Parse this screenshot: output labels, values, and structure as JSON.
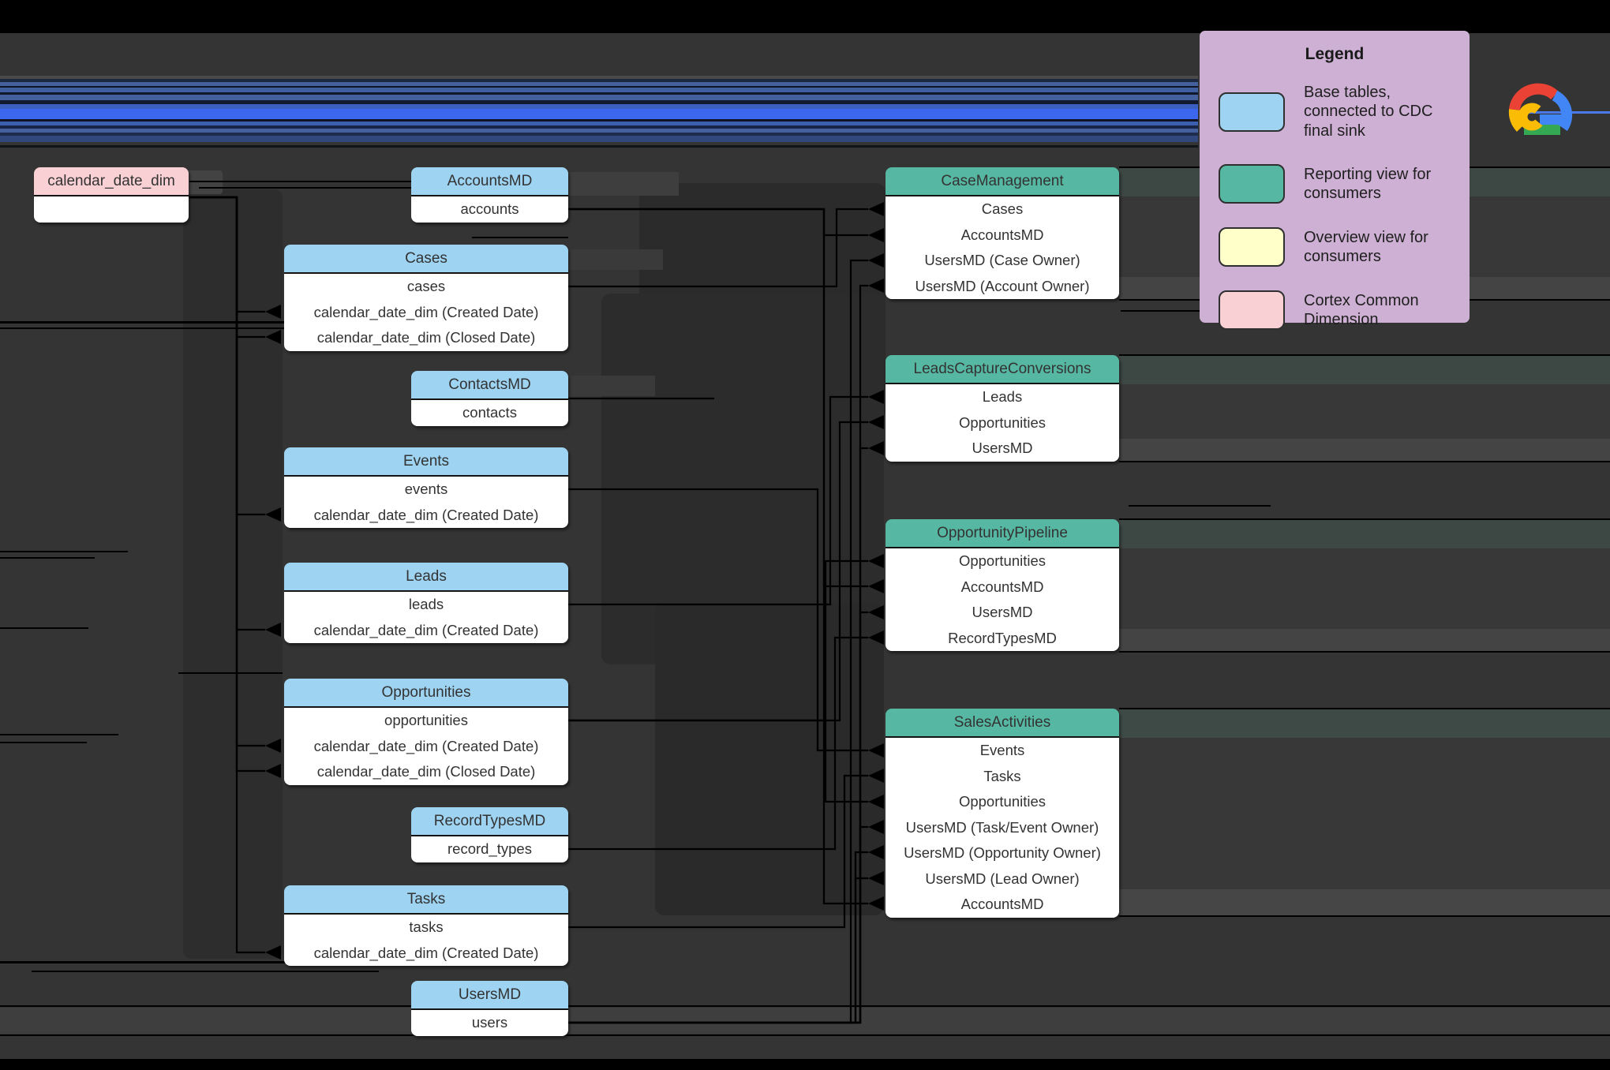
{
  "legend": {
    "title": "Legend",
    "items": [
      {
        "id": "base-tables",
        "label": "Base tables, connected to CDC final sink",
        "color": "#9ed3f2"
      },
      {
        "id": "reporting-view",
        "label": "Reporting view for consumers",
        "color": "#56b8a2"
      },
      {
        "id": "overview-view",
        "label": "Overview view for consumers",
        "color": "#ffffca"
      },
      {
        "id": "common-dimension",
        "label": "Cortex Common Dimension",
        "color": "#f9d0d3"
      }
    ]
  },
  "logo": {
    "name": "Google Cloud"
  },
  "diagram": {
    "common_dimension_tables": [
      {
        "name": "calendar_date_dim",
        "rows": [
          ""
        ]
      }
    ],
    "base_tables": [
      {
        "name": "AccountsMD",
        "rows": [
          "accounts"
        ]
      },
      {
        "name": "Cases",
        "rows": [
          "cases",
          "calendar_date_dim (Created Date)",
          "calendar_date_dim (Closed Date)"
        ]
      },
      {
        "name": "ContactsMD",
        "rows": [
          "contacts"
        ]
      },
      {
        "name": "Events",
        "rows": [
          "events",
          "calendar_date_dim (Created Date)"
        ]
      },
      {
        "name": "Leads",
        "rows": [
          "leads",
          "calendar_date_dim (Created Date)"
        ]
      },
      {
        "name": "Opportunities",
        "rows": [
          "opportunities",
          "calendar_date_dim (Created Date)",
          "calendar_date_dim (Closed Date)"
        ]
      },
      {
        "name": "RecordTypesMD",
        "rows": [
          "record_types"
        ]
      },
      {
        "name": "Tasks",
        "rows": [
          "tasks",
          "calendar_date_dim (Created Date)"
        ]
      },
      {
        "name": "UsersMD",
        "rows": [
          "users"
        ]
      }
    ],
    "reporting_views": [
      {
        "name": "CaseManagement",
        "rows": [
          "Cases",
          "AccountsMD",
          "UsersMD (Case Owner)",
          "UsersMD (Account Owner)"
        ]
      },
      {
        "name": "LeadsCaptureConversions",
        "rows": [
          "Leads",
          "Opportunities",
          "UsersMD"
        ]
      },
      {
        "name": "OpportunityPipeline",
        "rows": [
          "Opportunities",
          "AccountsMD",
          "UsersMD",
          "RecordTypesMD"
        ]
      },
      {
        "name": "SalesActivities",
        "rows": [
          "Events",
          "Tasks",
          "Opportunities",
          "UsersMD (Task/Event Owner)",
          "UsersMD (Opportunity Owner)",
          "UsersMD (Lead Owner)",
          "AccountsMD"
        ]
      }
    ]
  },
  "colors": {
    "canvas_background": "#343434",
    "base_table_header": "#9ed3f2",
    "reporting_view_header": "#56b8a2",
    "overview_view": "#ffffca",
    "common_dimension_header": "#f9d0d3",
    "legend_background": "#cdb0d3",
    "connector": "#000000"
  }
}
